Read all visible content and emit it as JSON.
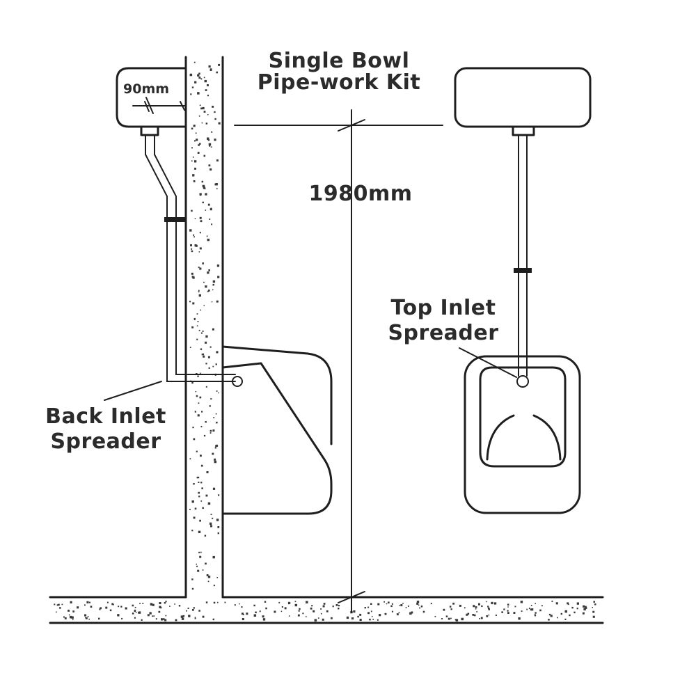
{
  "title_line1": "Single Bowl",
  "title_line2": "Pipe-work Kit",
  "dimension_height": "1980mm",
  "dimension_offset": "90mm",
  "back_inlet_line1": "Back Inlet",
  "back_inlet_line2": "Spreader",
  "top_inlet_line1": "Top Inlet",
  "top_inlet_line2": "Spreader"
}
